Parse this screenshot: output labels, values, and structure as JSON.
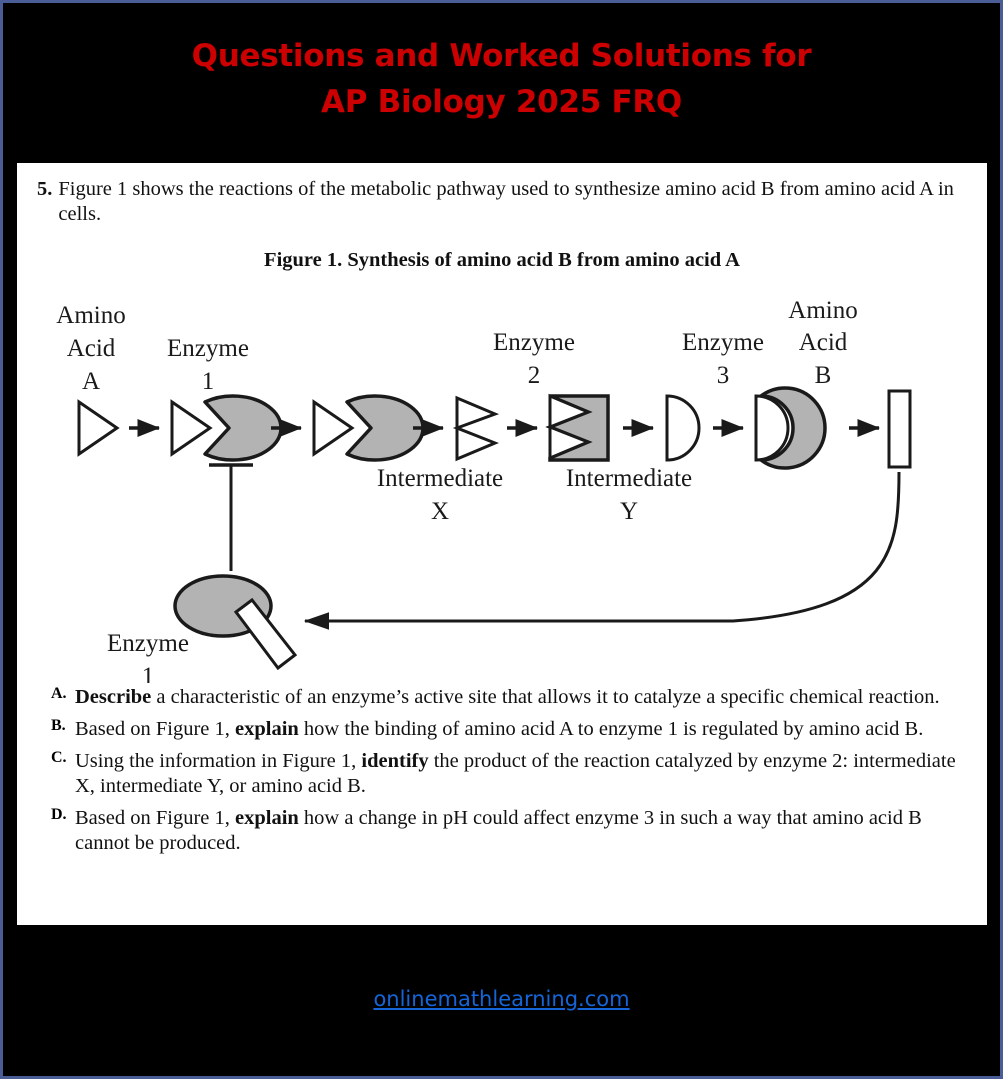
{
  "header": {
    "line1": "Questions and Worked Solutions for",
    "line2": "AP Biology 2025 FRQ",
    "color": "#cc0000"
  },
  "question": {
    "number": "5.",
    "stem": "Figure 1 shows the reactions of the metabolic pathway used to synthesize amino acid B from amino acid A in cells.",
    "figure_caption": "Figure 1. Synthesis of amino acid B from amino acid A"
  },
  "figure": {
    "labels": {
      "amino_acid_a_l1": "Amino",
      "amino_acid_a_l2": "Acid",
      "amino_acid_a_l3": "A",
      "enzyme1_l1": "Enzyme",
      "enzyme1_l2": "1",
      "enzyme2_l1": "Enzyme",
      "enzyme2_l2": "2",
      "enzyme3_l1": "Enzyme",
      "enzyme3_l2": "3",
      "amino_acid_b_l1": "Amino",
      "amino_acid_b_l2": "Acid",
      "amino_acid_b_l3": "B",
      "intermediate_x_l1": "Intermediate",
      "intermediate_x_l2": "X",
      "intermediate_y_l1": "Intermediate",
      "intermediate_y_l2": "Y",
      "enzyme1_bottom_l1": "Enzyme",
      "enzyme1_bottom_l2": "1"
    },
    "colors": {
      "enzyme_fill": "#b3b3b3",
      "substrate_fill": "#ffffff",
      "stroke": "#1a1a1a"
    }
  },
  "parts": [
    {
      "letter": "A.",
      "bold": "Describe",
      "rest": " a characteristic of an enzyme’s active site that allows it to catalyze a specific chemical reaction.",
      "pre": ""
    },
    {
      "letter": "B.",
      "pre": "Based on Figure 1, ",
      "bold": "explain",
      "rest": " how the binding of amino acid A to enzyme 1 is regulated by amino acid B."
    },
    {
      "letter": "C.",
      "pre": "Using the information in Figure 1, ",
      "bold": "identify",
      "rest": " the product of the reaction catalyzed by enzyme 2: intermediate X, intermediate Y, or amino acid B."
    },
    {
      "letter": "D.",
      "pre": "Based on Figure 1, ",
      "bold": "explain",
      "rest": " how a change in pH could affect enzyme 3 in such a way that amino acid B cannot be produced."
    }
  ],
  "footer": {
    "link_text": "onlinemathlearning.com",
    "link_color": "#1565d8"
  }
}
